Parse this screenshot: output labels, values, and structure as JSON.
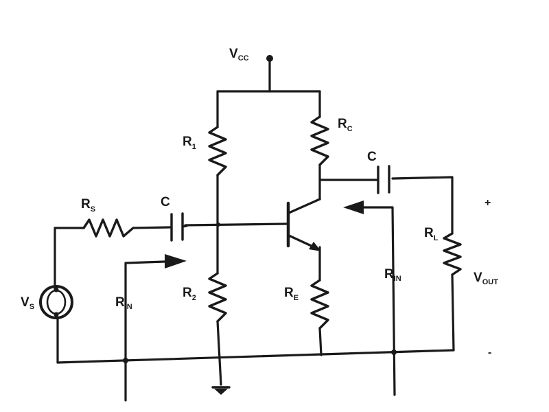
{
  "supply": {
    "name": "V",
    "sub": "CC"
  },
  "resistors": {
    "r1": {
      "name": "R",
      "sub": "1"
    },
    "r2": {
      "name": "R",
      "sub": "2"
    },
    "rc": {
      "name": "R",
      "sub": "C"
    },
    "re": {
      "name": "R",
      "sub": "E"
    },
    "rs": {
      "name": "R",
      "sub": "S"
    },
    "rl": {
      "name": "R",
      "sub": "L"
    }
  },
  "capacitors": {
    "input": {
      "name": "C"
    },
    "output": {
      "name": "C"
    }
  },
  "source": {
    "name": "V",
    "sub": "S"
  },
  "impedances": {
    "input": {
      "name": "R",
      "sub": "IN"
    },
    "output": {
      "name": "R",
      "sub": "IN"
    }
  },
  "output": {
    "name": "V",
    "sub": "OUT",
    "plus": "+",
    "minus": "-"
  }
}
